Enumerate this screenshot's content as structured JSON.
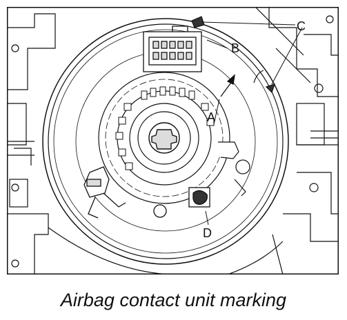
{
  "diagram": {
    "title": "Airbag contact unit marking",
    "callouts": [
      {
        "id": "A",
        "label": "A"
      },
      {
        "id": "B",
        "label": "B"
      },
      {
        "id": "C",
        "label": "C"
      },
      {
        "id": "D",
        "label": "D"
      }
    ]
  },
  "colors": {
    "line": "#111111",
    "background": "#ffffff",
    "shade": "#dcdcdc",
    "dark_fill": "#333333"
  }
}
